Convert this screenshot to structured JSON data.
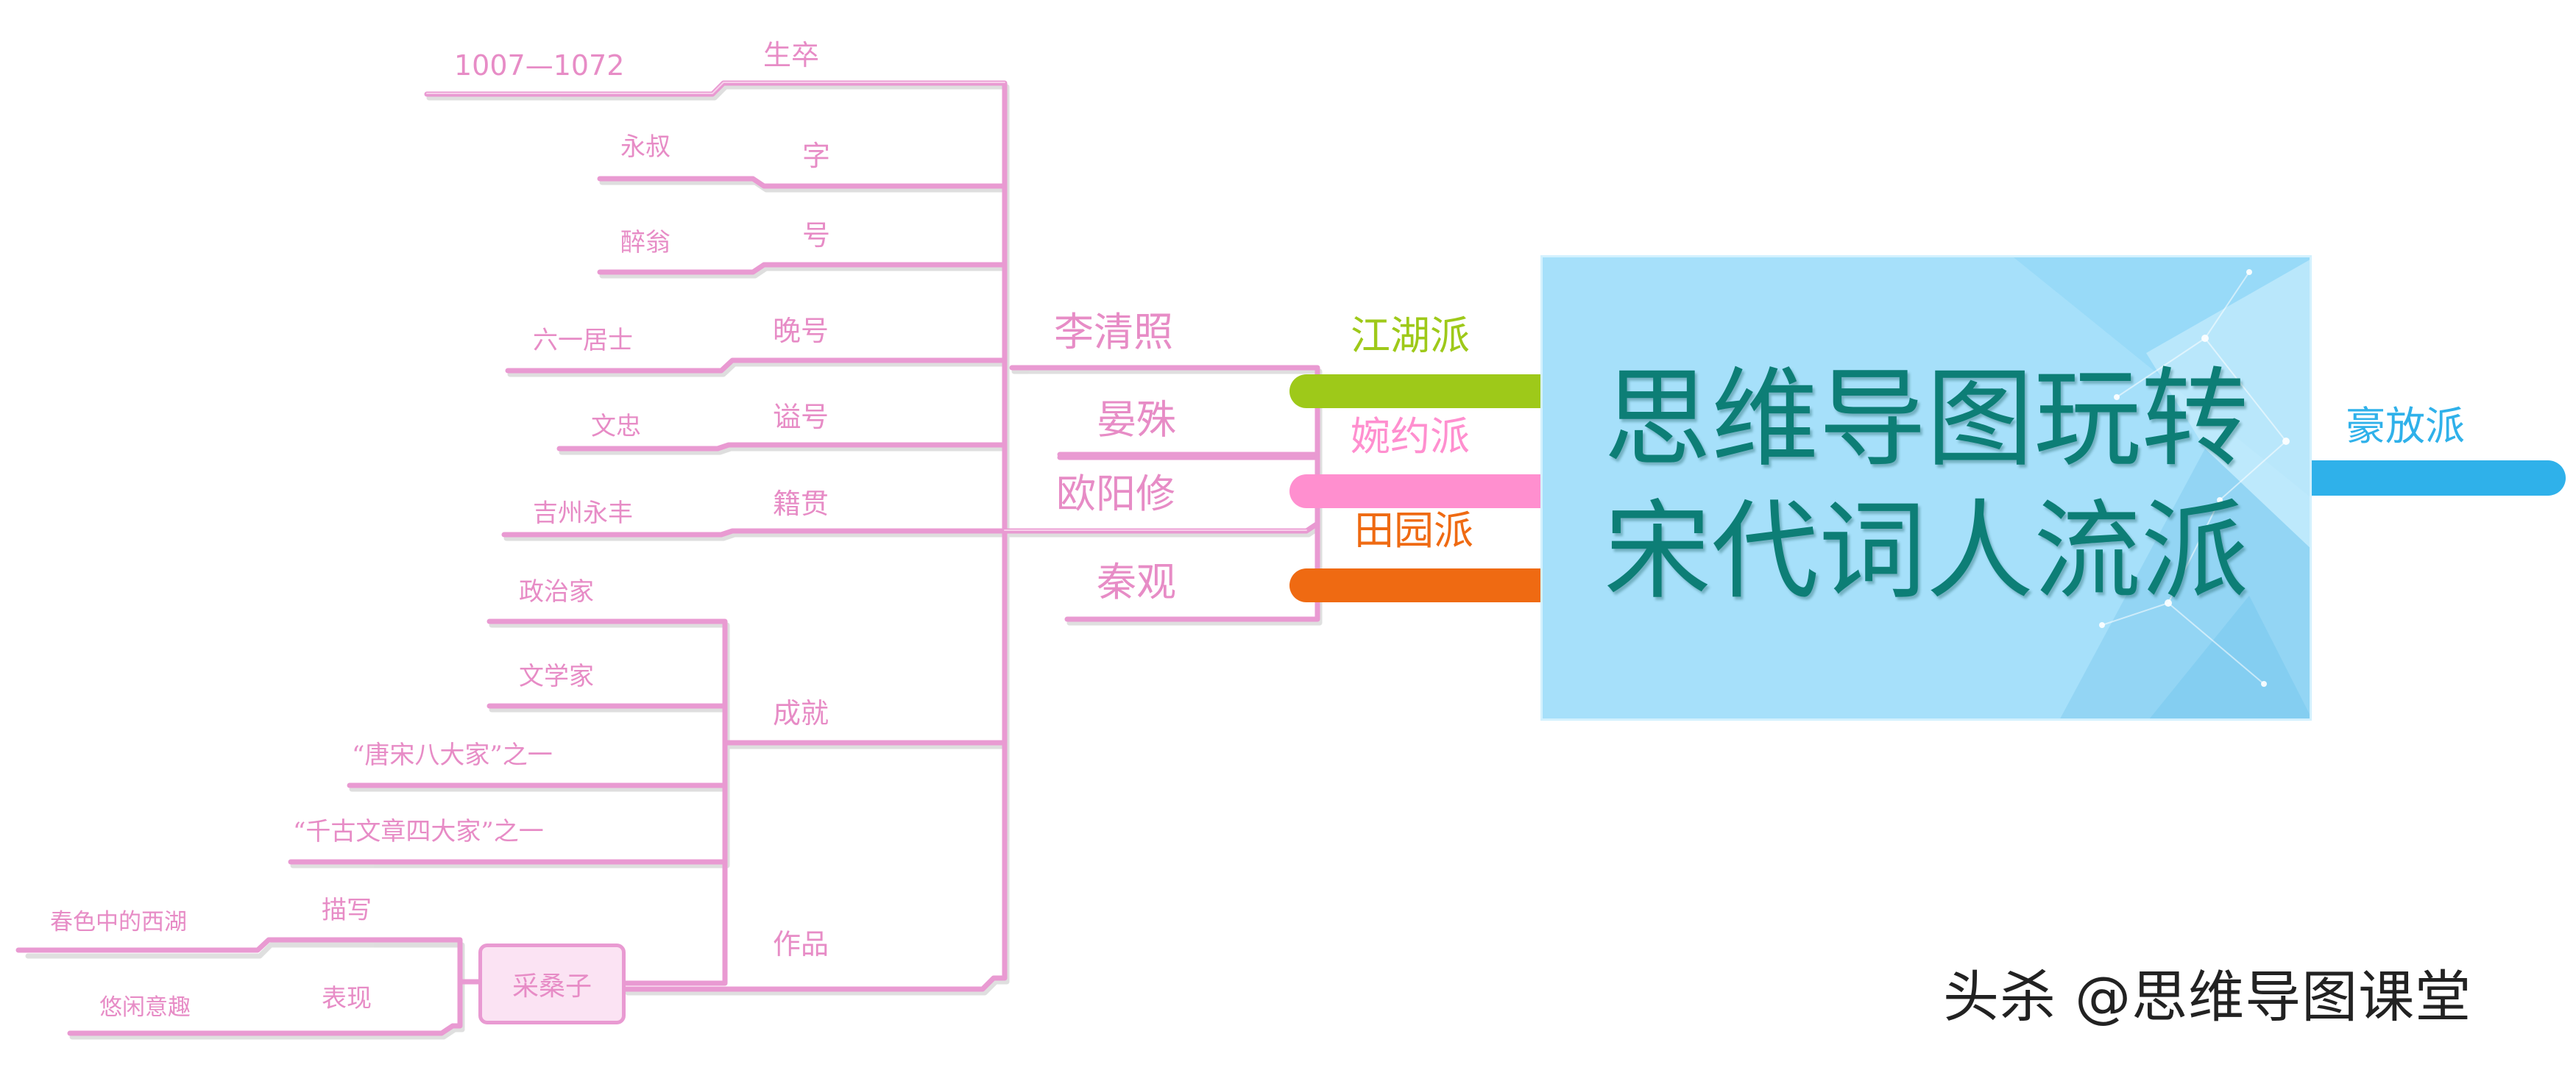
{
  "central": {
    "line1": "思维导图玩转",
    "line2": "宋代词人流派"
  },
  "branches": [
    {
      "label": "江湖派",
      "color": "#9ec919"
    },
    {
      "label": "婉约派",
      "color": "#ff8fcf"
    },
    {
      "label": "田园派",
      "color": "#ef6a12"
    },
    {
      "label": "豪放派",
      "color": "#2fb1ea"
    }
  ],
  "wanyue_poets": [
    "李清照",
    "晏殊",
    "欧阳修",
    "秦观"
  ],
  "ouyang_xiu": {
    "shengzu_label": "生卒",
    "shengzu": "1007—1072",
    "zi_label": "字",
    "zi": "永叔",
    "hao_label": "号",
    "hao": "醉翁",
    "wanhao_label": "晚号",
    "wanhao": "六一居士",
    "shihao_label": "谥号",
    "shihao": "文忠",
    "jiguan_label": "籍贯",
    "jiguan": "吉州永丰",
    "chengjiu_label": "成就",
    "chengjiu": [
      "政治家",
      "文学家",
      "“唐宋八大家”之一",
      "“千古文章四大家”之一"
    ],
    "zuopin_label": "作品",
    "zuopin_title": "采桑子",
    "miaoxie_label": "描写",
    "miaoxie": "春色中的西湖",
    "biaoxian_label": "表现",
    "biaoxian": "悠闲意趣"
  },
  "watermark": "头杀 @思维导图课堂"
}
